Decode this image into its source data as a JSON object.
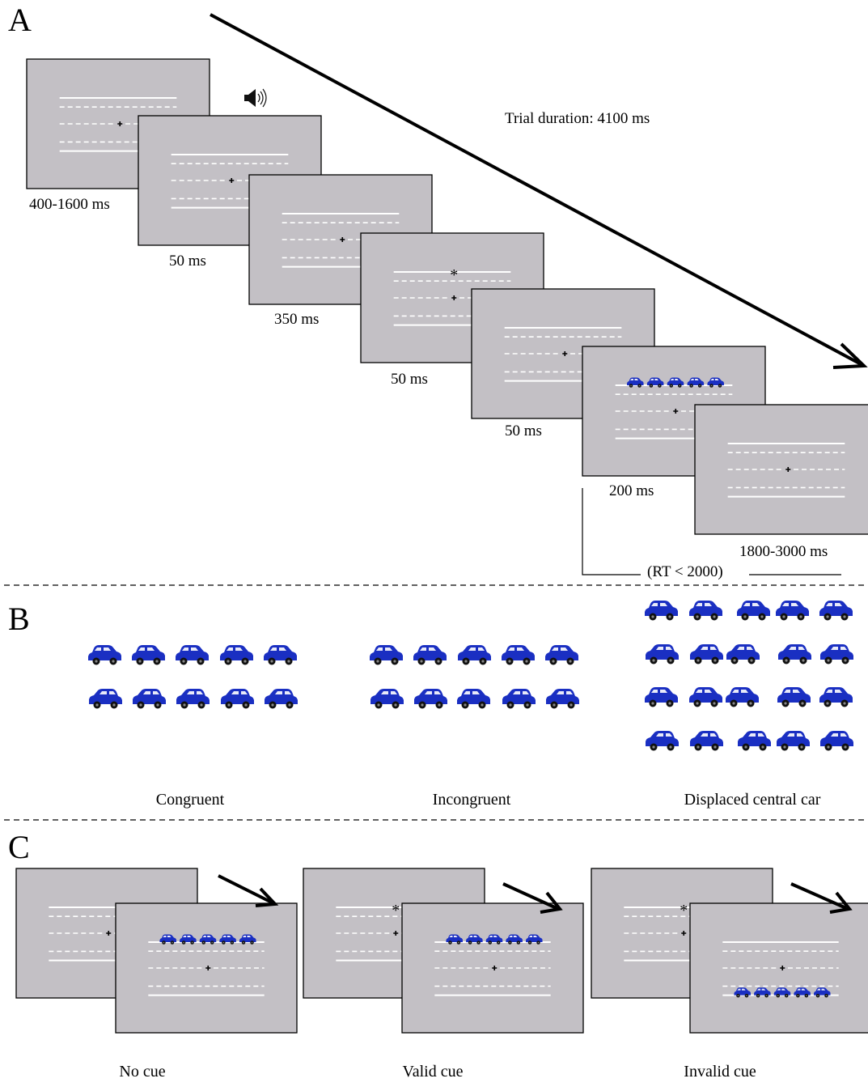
{
  "panels": {
    "A": {
      "letter": "A",
      "trial_duration": "Trial duration: 4100 ms",
      "sound_icon": "speaker-icon",
      "screens": [
        {
          "name": "fixation",
          "duration": "400-1600 ms",
          "cue": "none",
          "targets": "none"
        },
        {
          "name": "warning-tone",
          "duration": "50 ms",
          "cue": "none",
          "targets": "none"
        },
        {
          "name": "pre-cue-fixation",
          "duration": "350 ms",
          "cue": "none",
          "targets": "none"
        },
        {
          "name": "cue",
          "duration": "50 ms",
          "cue": "top",
          "targets": "none"
        },
        {
          "name": "post-cue-fixation",
          "duration": "50 ms",
          "cue": "none",
          "targets": "none"
        },
        {
          "name": "target",
          "duration": "200 ms",
          "cue": "none",
          "targets": "top"
        },
        {
          "name": "post-target-fixation",
          "duration": "1800-3000 ms",
          "cue": "none",
          "targets": "none"
        }
      ],
      "rt_limit": "(RT < 2000)"
    },
    "B": {
      "letter": "B",
      "conditions": [
        "Congruent",
        "Incongruent",
        "Displaced central car"
      ]
    },
    "C": {
      "letter": "C",
      "conditions": [
        {
          "label": "No cue",
          "cue": "none",
          "targets": "top"
        },
        {
          "label": "Valid cue",
          "cue": "top",
          "targets": "top"
        },
        {
          "label": "Invalid cue",
          "cue": "top",
          "targets": "bottom"
        }
      ]
    }
  },
  "colors": {
    "screen_bg": "#c3c0c5",
    "line": "#ffffff",
    "car": "#1a2fc2",
    "car_dark": "#0c1a7a",
    "ink": "#000000"
  }
}
